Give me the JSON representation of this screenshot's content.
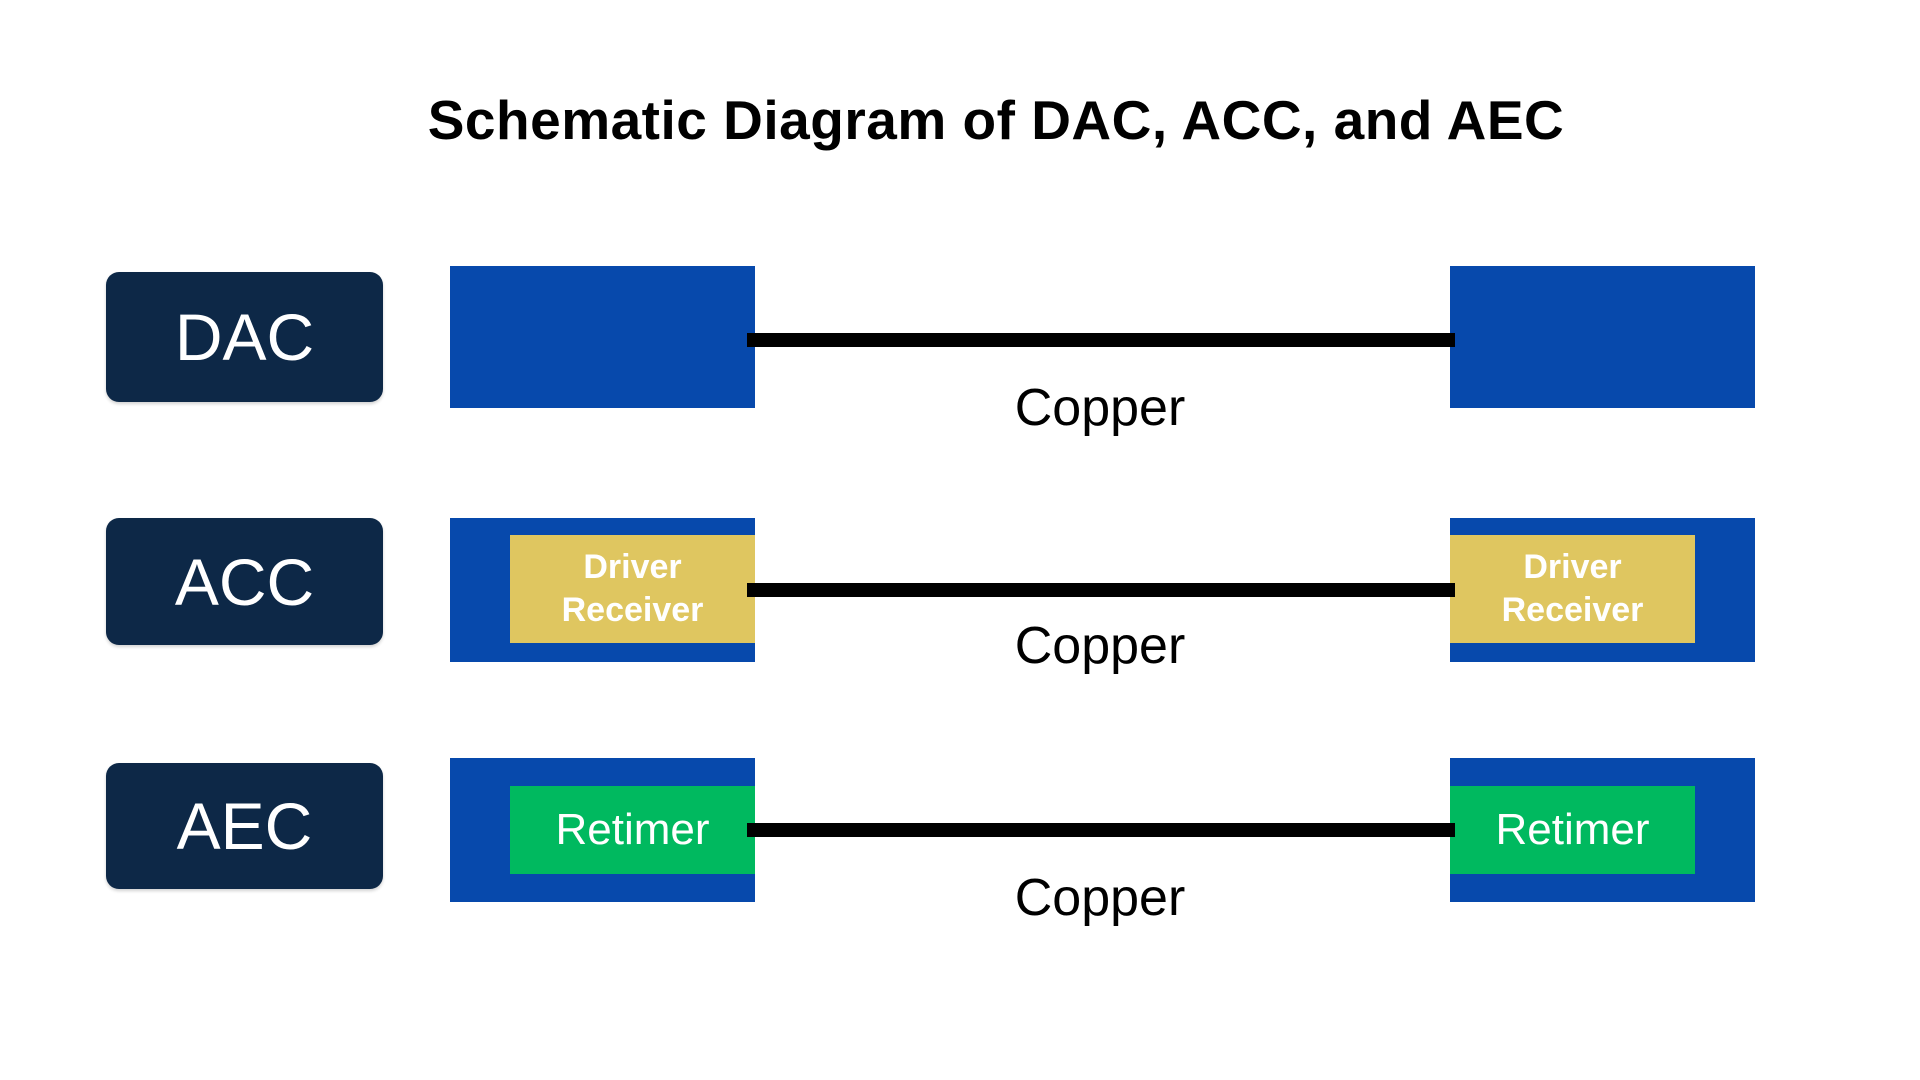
{
  "title": "Schematic Diagram of DAC, ACC, and AEC",
  "colors": {
    "label_box_navy": "#0d2847",
    "connector_blue": "#0749ac",
    "driver_receiver_yellow": "#dfc660",
    "retimer_green": "#00b95f",
    "cable_black": "#000000",
    "text_white": "#ffffff",
    "text_black": "#000000",
    "background": "#ffffff"
  },
  "rows": [
    {
      "label": "DAC",
      "cable_label": "Copper",
      "left_module": null,
      "right_module": null
    },
    {
      "label": "ACC",
      "cable_label": "Copper",
      "module_line1": "Driver",
      "module_line2": "Receiver"
    },
    {
      "label": "AEC",
      "cable_label": "Copper",
      "module_text": "Retimer"
    }
  ]
}
